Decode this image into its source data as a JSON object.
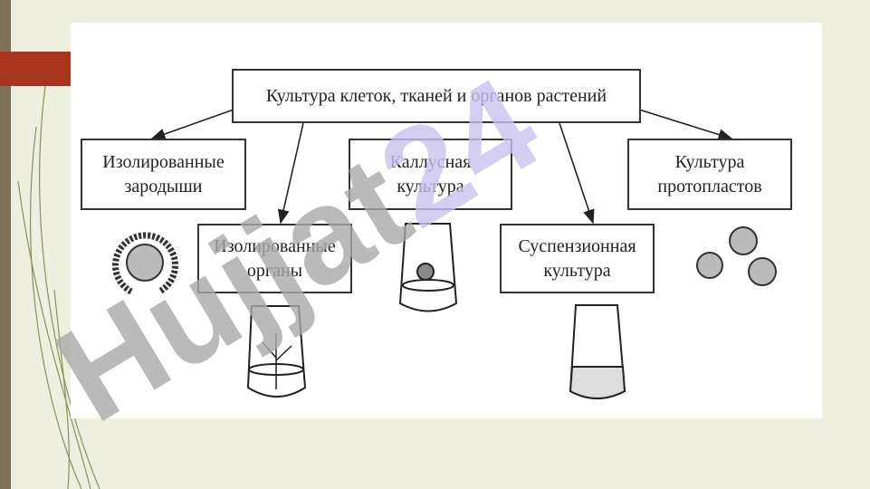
{
  "diagram": {
    "root": "Культура клеток, тканей и органов растений",
    "nodes": [
      {
        "label": "Изолированные\nзародыши"
      },
      {
        "label": "Изолированные\nорганы"
      },
      {
        "label": "Каллусная\nкультура"
      },
      {
        "label": "Суспензионная\nкультура"
      },
      {
        "label": "Культура\nпротопластов"
      }
    ]
  },
  "watermark": {
    "text_main": "Hujjat",
    "text_num": "24",
    "color_main": "#a9a9a9",
    "color_num": "#c9c2ef"
  },
  "colors": {
    "accent_red": "#a8341c",
    "stripe": "#7b7258",
    "background": "#eeefdf"
  }
}
